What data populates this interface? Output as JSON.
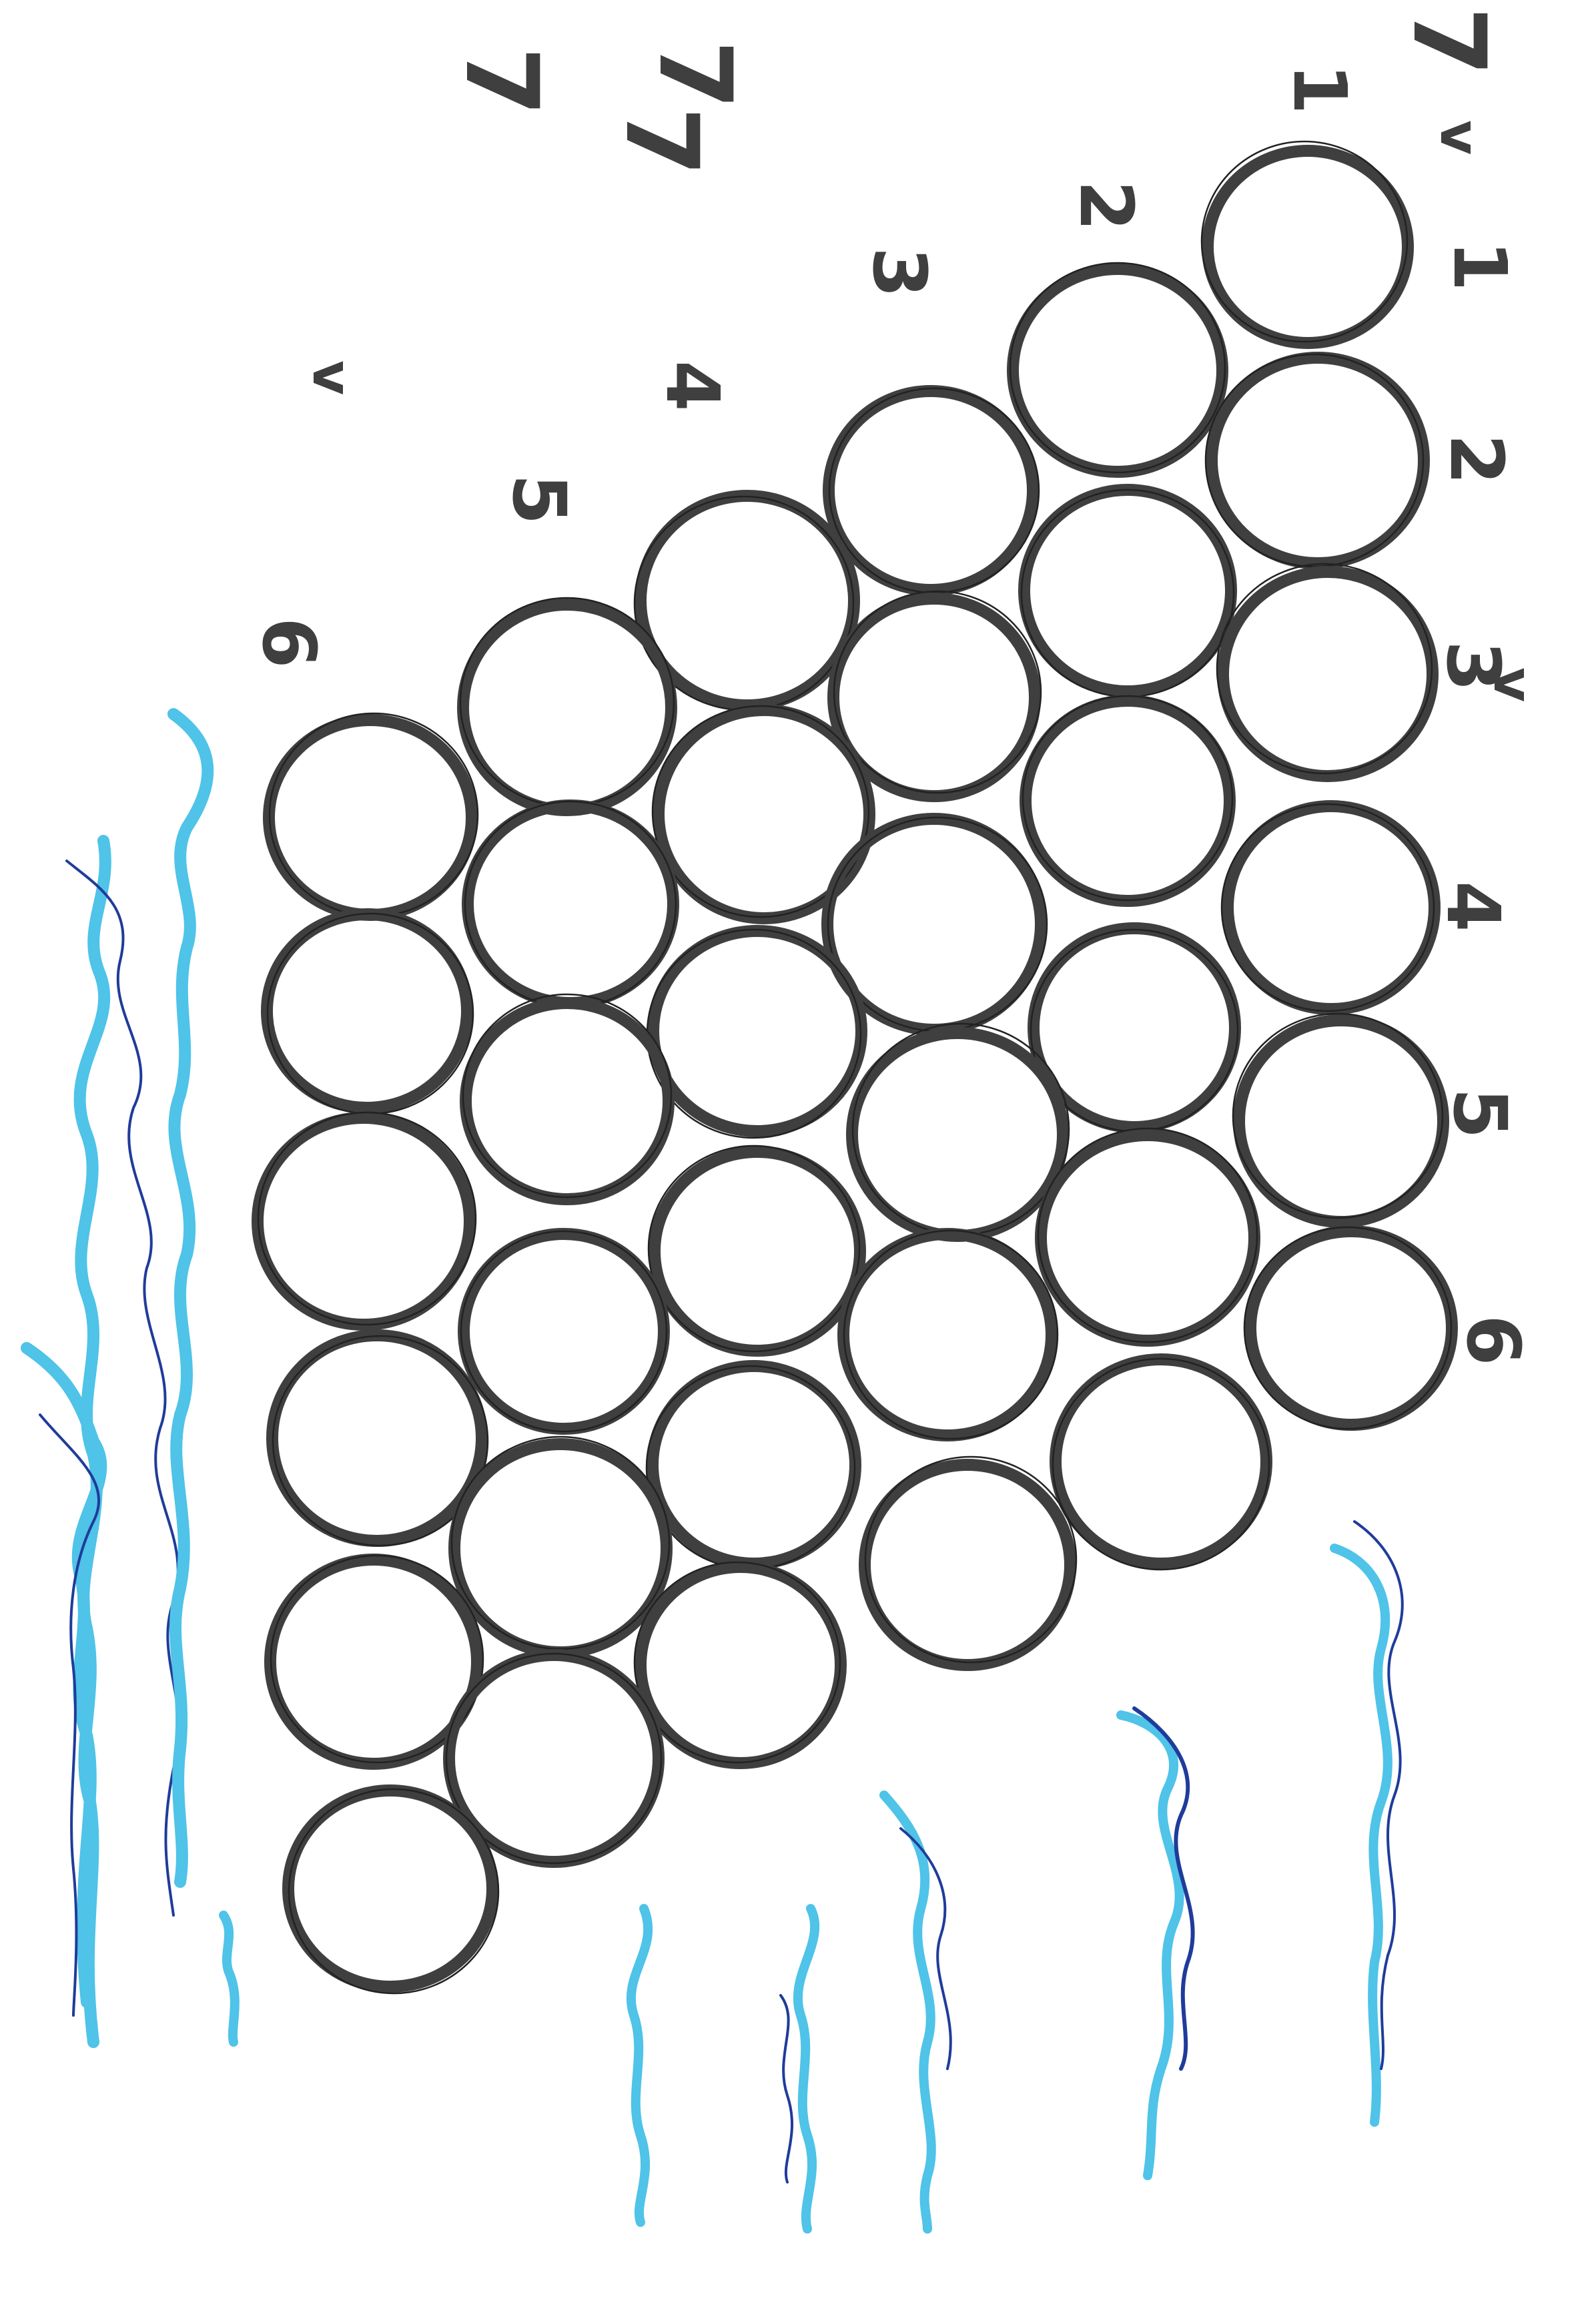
{
  "drawing": {
    "top_row_labels": [
      "1",
      "2",
      "3",
      "4",
      "5",
      "6"
    ],
    "right_column_labels": [
      "1",
      "2",
      "3",
      "4",
      "5",
      "6"
    ],
    "loose_marks": [
      "7",
      "7",
      "7",
      "7",
      "v",
      "v",
      "v"
    ],
    "circle_count": 36,
    "colors": {
      "ink": "#3f3f3f",
      "light_blue": "#4fc3e8",
      "dark_blue": "#1f3c9a",
      "background": "#ffffff"
    }
  }
}
